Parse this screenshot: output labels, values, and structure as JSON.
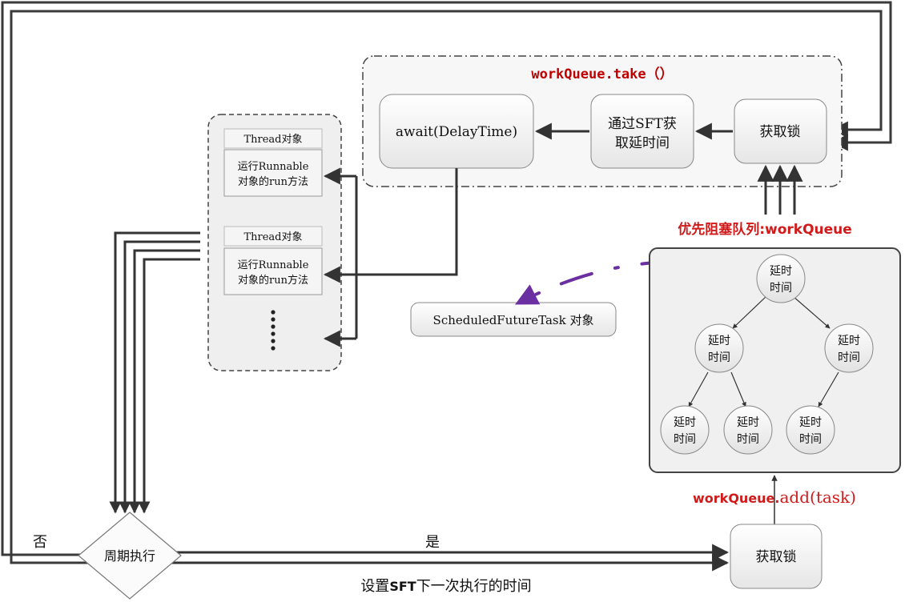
{
  "colors": {
    "line": "#3a3a3a",
    "accent_red": "#d11a1a",
    "title_red": "#c00000",
    "purple": "#6a2fa0",
    "box_fill": "#f3f3f3",
    "box_stroke": "#888888",
    "container_stroke": "#444444"
  },
  "take_group": {
    "title": "workQueue.take（）",
    "await_box": "await(DelayTime)",
    "sft_box_line1": "通过SFT获",
    "sft_box_line2": "取延时间",
    "lock_box": "获取锁"
  },
  "thread_pool": {
    "thread1_header": "Thread对象",
    "thread1_body_line1": "运行Runnable",
    "thread1_body_line2": "对象的run方法",
    "thread2_header": "Thread对象",
    "thread2_body_line1": "运行Runnable",
    "thread2_body_line2": "对象的run方法"
  },
  "task_object": "ScheduledFutureTask 对象",
  "queue": {
    "label": "优先阻塞队列:workQueue",
    "node_line1": "延时",
    "node_line2": "时间",
    "add_label_prefix": "workQueue.",
    "add_label_suffix": "add(task)"
  },
  "decision": {
    "label": "周期执行",
    "no": "否",
    "yes": "是",
    "bottom_note_1": "设置",
    "bottom_note_bold": "SFT",
    "bottom_note_2": "下一次执行的时间"
  },
  "lock_bottom": "获取锁"
}
